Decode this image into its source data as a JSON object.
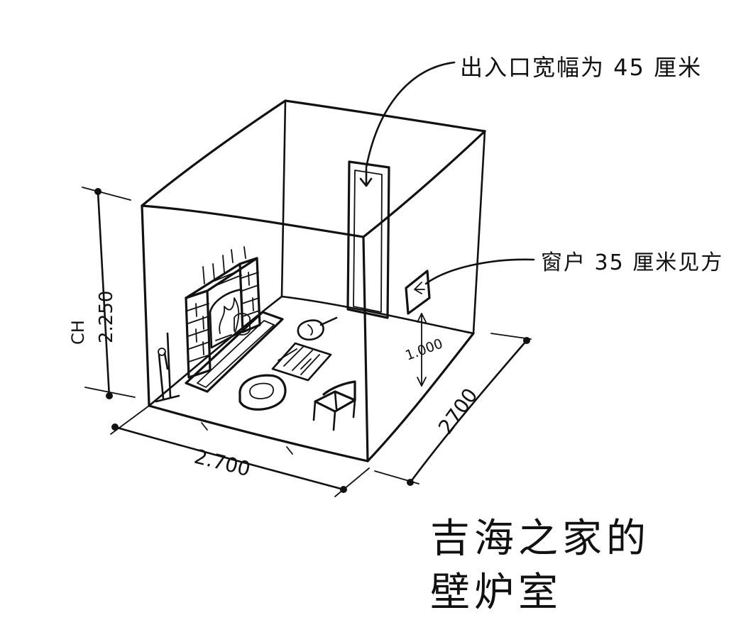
{
  "annotations": {
    "door_opening": "出入口宽幅为 45 厘米",
    "window": "窗户 35 厘米见方"
  },
  "dimensions": {
    "ceiling_height_label": "CH",
    "ceiling_height_value": "2.250",
    "width_front": "2.700",
    "depth_right": "2700",
    "window_height": "1.000"
  },
  "title": {
    "line1": "吉海之家的",
    "line2": "壁炉室"
  }
}
